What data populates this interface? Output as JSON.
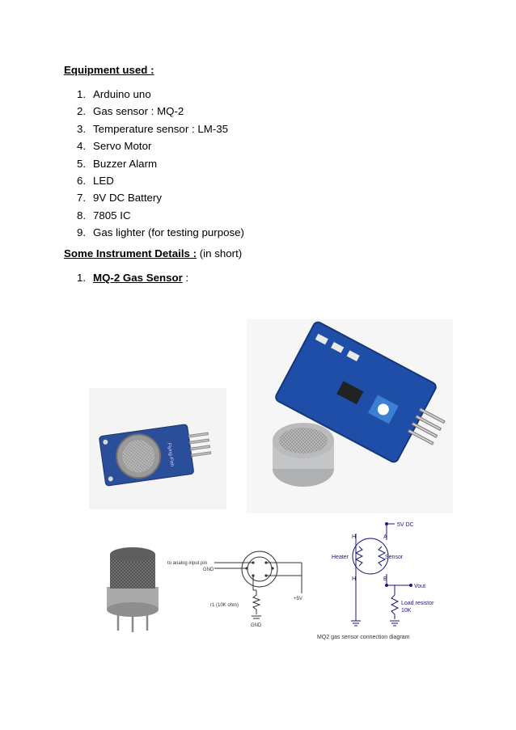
{
  "equipment": {
    "heading": "Equipment used :",
    "items": [
      {
        "num": "1.",
        "text": "Arduino uno"
      },
      {
        "num": "2.",
        "text": "Gas sensor : MQ-2"
      },
      {
        "num": "3.",
        "text": "Temperature sensor : LM-35"
      },
      {
        "num": "4.",
        "text": "Servo Motor"
      },
      {
        "num": "5.",
        "text": "Buzzer Alarm"
      },
      {
        "num": "6.",
        "text": "LED"
      },
      {
        "num": "7.",
        "text": "9V DC Battery"
      },
      {
        "num": "8.",
        "text": "7805 IC"
      },
      {
        "num": "9.",
        "text": "Gas lighter  (for testing purpose)"
      }
    ]
  },
  "details": {
    "label": "Some Instrument Details :",
    "note": " (in short)"
  },
  "section1": {
    "num": "1.",
    "label": "MQ-2 Gas Sensor",
    "suffix": " :"
  },
  "pinout_diagram": {
    "pin_label_1": "to analog input pin",
    "pin_label_2": "GND",
    "resistor_label": "r1 (10K ohm)",
    "gnd_label": "GND",
    "vcc_label": "+5V"
  },
  "connection_diagram": {
    "supply": "5V DC",
    "h_top": "H",
    "a_top": "A",
    "heater": "Heater",
    "sensor": "Sensor",
    "h_bottom": "H",
    "b_bottom": "B",
    "vout": "Vout",
    "load_1": "Load resistor",
    "load_2": "10K",
    "caption": "MQ2 gas sensor connection diagram"
  }
}
